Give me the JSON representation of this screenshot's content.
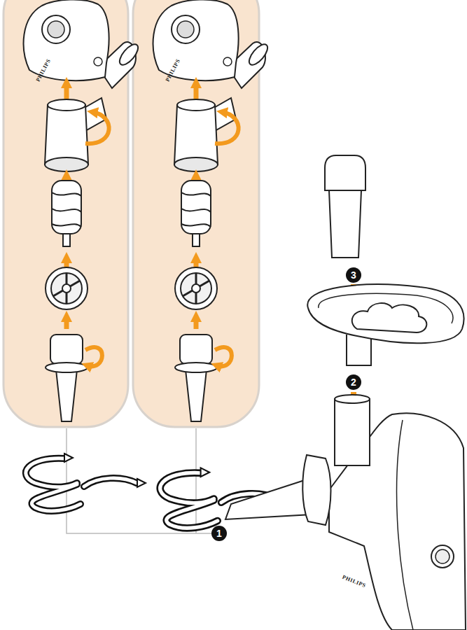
{
  "diagram": {
    "labels": [
      "PHILIPS",
      "PHILIPS",
      "3",
      "2",
      "1",
      "PHILIPS"
    ]
  }
}
